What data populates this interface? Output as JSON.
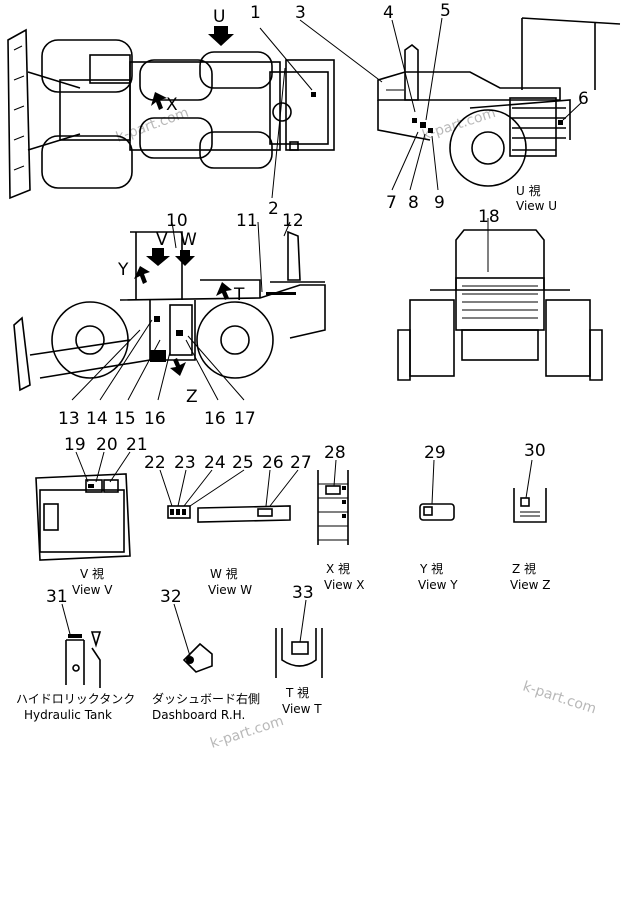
{
  "callouts": [
    "1",
    "2",
    "3",
    "4",
    "5",
    "6",
    "7",
    "8",
    "9",
    "10",
    "11",
    "12",
    "13",
    "14",
    "15",
    "16",
    "16",
    "17",
    "18",
    "19",
    "20",
    "21",
    "22",
    "23",
    "24",
    "25",
    "26",
    "27",
    "28",
    "29",
    "30",
    "31",
    "32",
    "33"
  ],
  "view_letters": {
    "U": "U",
    "V": "V",
    "W": "W",
    "X": "X",
    "Y": "Y",
    "Z": "Z",
    "T": "T"
  },
  "views": {
    "u": {
      "jp": "U 視",
      "en": "View U"
    },
    "v": {
      "jp": "V 視",
      "en": "View V"
    },
    "w": {
      "jp": "W 視",
      "en": "View W"
    },
    "x": {
      "jp": "X 視",
      "en": "View X"
    },
    "y": {
      "jp": "Y 視",
      "en": "View Y"
    },
    "z": {
      "jp": "Z 視",
      "en": "View Z"
    },
    "t": {
      "jp": "T 視",
      "en": "View T"
    }
  },
  "captions": {
    "hydraulic_tank_jp": "ハイドロリックタンク",
    "hydraulic_tank_en": "Hydraulic Tank",
    "dashboard_jp": "ダッシュボード右側",
    "dashboard_en": "Dashboard R.H."
  },
  "watermarks": [
    "k-part.com",
    "k-part.com",
    "k-part.com",
    "k-part.com"
  ]
}
